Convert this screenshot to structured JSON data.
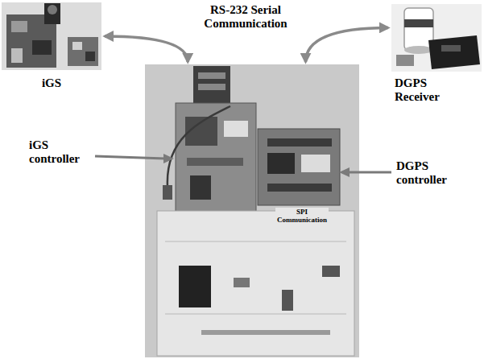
{
  "diagram": {
    "nodes": [
      {
        "text": [
          "iGS"
        ]
      },
      {
        "text": [
          "DGPS Receiver"
        ]
      },
      {
        "text": [
          "SPI Communication"
        ]
      }
    ],
    "edges": [
      {
        "from": 2,
        "to": 0,
        "arrow": "both"
      },
      {
        "from": 2,
        "to": 1,
        "arrow": "both"
      }
    ],
    "labels": [
      "RS-232 Serial Communication",
      "iGS controller",
      "DGPS controller"
    ]
  }
}
